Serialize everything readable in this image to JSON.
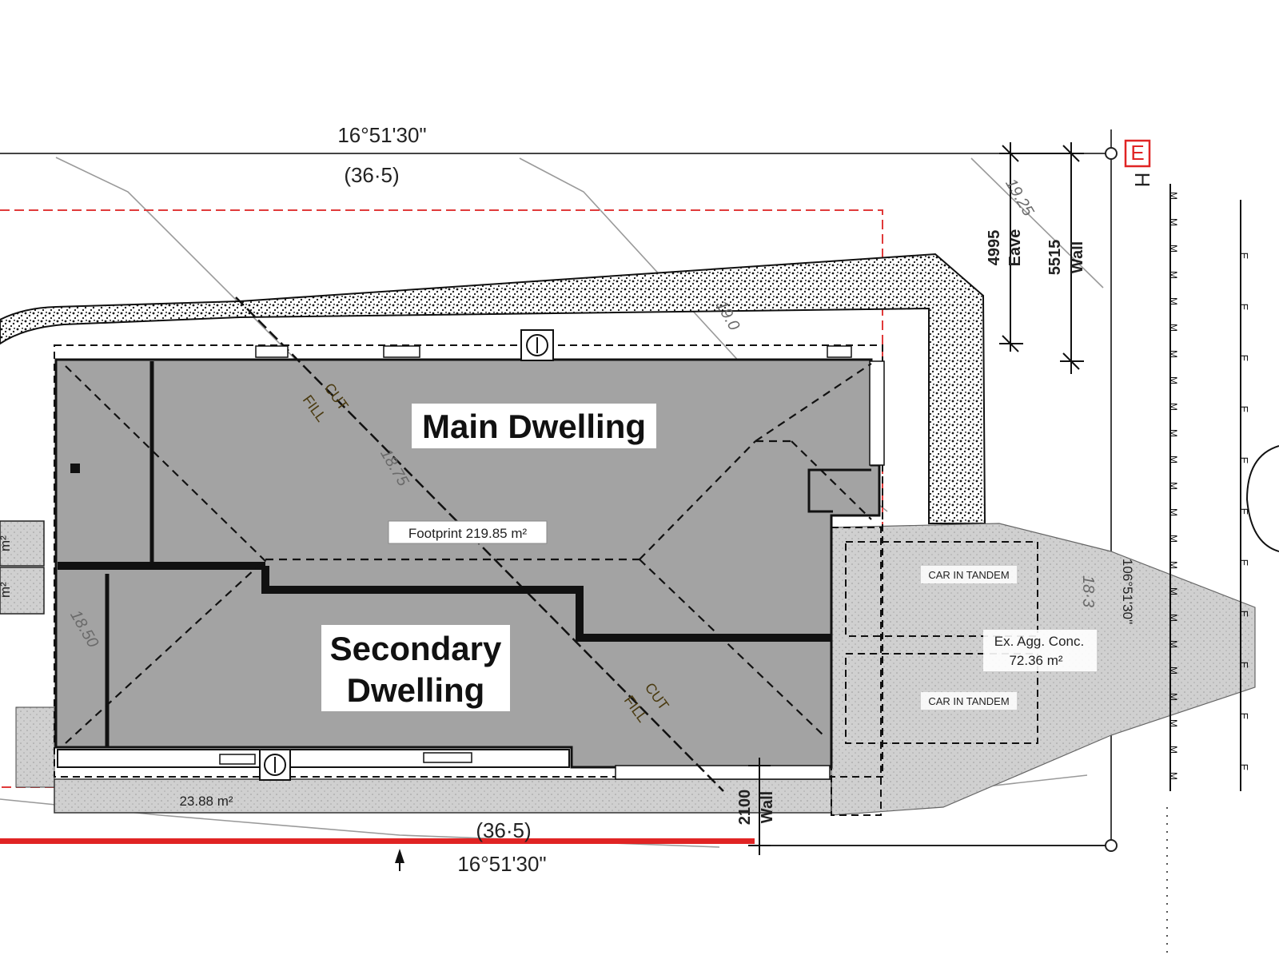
{
  "plan": {
    "bearing_top": "16°51'30\"",
    "length_top": "(36·5)",
    "length_bottom": "(36·5)",
    "bearing_bottom": "16°51'30\"",
    "bearing_right": "106°51'30\"",
    "right_length": "18·3",
    "main_dwelling": "Main Dwelling",
    "secondary_line1": "Secondary",
    "secondary_line2": "Dwelling",
    "footprint": "Footprint 219.85 m²",
    "concrete_line1": "Ex. Agg. Conc.",
    "concrete_line2": "72.36 m²",
    "carport_top": "CAR IN TANDEM",
    "carport_bottom": "CAR IN TANDEM",
    "side_area": "23.88 m²",
    "left_area_a": "m²",
    "left_area_b": "m²",
    "cut_label_a": "CUT",
    "fill_label_a": "FILL",
    "cut_label_b": "CUT",
    "fill_label_b": "FILL",
    "eave_value": "4995",
    "eave_label": "Eave",
    "wall_value": "5515",
    "wall_label": "Wall",
    "bottom_wall_value": "2100",
    "bottom_wall_label": "Wall",
    "contour_a": "19.25",
    "contour_b": "19.0",
    "contour_c": "18.75",
    "contour_d": "18.50",
    "hydrant_letter": "E",
    "hydrant_code": "H",
    "fence_mark": "E",
    "ground_mark": "M"
  },
  "colors": {
    "building": "#a3a3a3",
    "boundary_red": "#e02424",
    "setback_red": "#e03a3a",
    "gravel": "#d2d2d2",
    "line": "#111111"
  }
}
